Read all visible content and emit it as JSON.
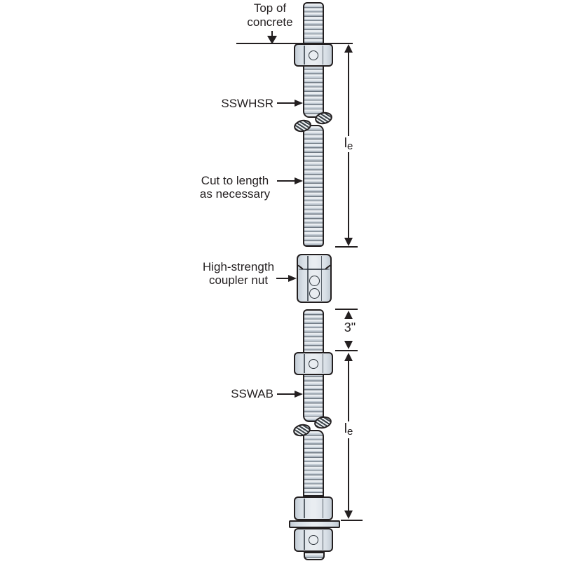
{
  "diagram": {
    "concrete_label": {
      "line1": "Top of",
      "line2": "concrete"
    },
    "part_labels": {
      "sswhsr": "SSWHSR",
      "cut_to_length": {
        "line1": "Cut to length",
        "line2": "as necessary"
      },
      "coupler": {
        "line1": "High-strength",
        "line2": "coupler nut"
      },
      "sswab": "SSWAB"
    },
    "dimensions": {
      "embedment_upper": {
        "base": "l",
        "sub": "e"
      },
      "rod_stickout": "3\"",
      "embedment_lower": {
        "base": "l",
        "sub": "e"
      }
    },
    "icons": {
      "leader_arrow": "triangle-right",
      "concrete_pointer": "triangle-down",
      "dimension_arrow_up": "triangle-up",
      "dimension_arrow_down": "triangle-down",
      "rod_break": "hatched-ellipse-pair"
    },
    "colors": {
      "background": "#ffffff",
      "line": "#231f20",
      "metal_light": "#e9edf1",
      "metal_mid": "#d9e0e7",
      "metal_shadow": "#c3ccd5",
      "thread_dark": "#6f7983"
    }
  }
}
